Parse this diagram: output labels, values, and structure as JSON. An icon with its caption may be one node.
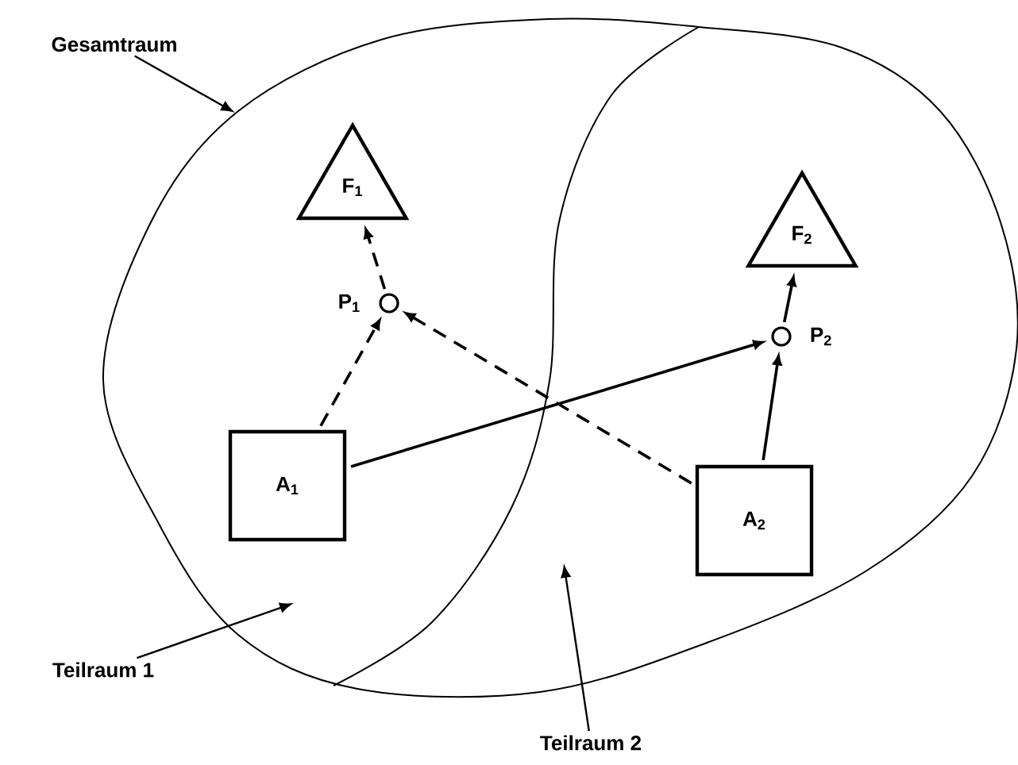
{
  "diagram": {
    "nodes": [
      {
        "text": [
          "Gesamtraum"
        ]
      },
      {
        "text": [],
        "shape": "ellipse"
      },
      {
        "text": [
          "F$_{1}$"
        ],
        "in": 1
      },
      {
        "text": [
          "F$_{2}$"
        ],
        "in": 1
      },
      {
        "text": [],
        "shape": "circle",
        "beside": [
          "P$_{1}$"
        ],
        "in": 1
      },
      {
        "text": [],
        "shape": "circle",
        "beside": [
          "P$_{2}$"
        ],
        "in": 1
      },
      {
        "text": [
          "A$_{1}$"
        ],
        "in": 1
      },
      {
        "text": [
          "A$_{2}$"
        ],
        "in": 1
      },
      {
        "text": [
          "Teilraum 1"
        ]
      },
      {
        "text": [
          "Teilraum 2"
        ]
      }
    ],
    "edges": [
      {
        "from": 0,
        "to": 1,
        "arrow": "to"
      },
      {
        "from": 4,
        "to": 2,
        "arrow": "to",
        "style": "dashed"
      },
      {
        "from": 6,
        "to": 4,
        "arrow": "to",
        "style": "dashed"
      },
      {
        "from": 7,
        "to": 4,
        "arrow": "to",
        "style": "dashed"
      },
      {
        "from": 6,
        "to": 5,
        "arrow": "to"
      },
      {
        "from": 7,
        "to": 5,
        "arrow": "to"
      },
      {
        "from": 5,
        "to": 3,
        "arrow": "to"
      },
      {
        "from": 8,
        "to": null,
        "arrow": "to"
      },
      {
        "from": 9,
        "to": null,
        "arrow": "to"
      }
    ]
  }
}
